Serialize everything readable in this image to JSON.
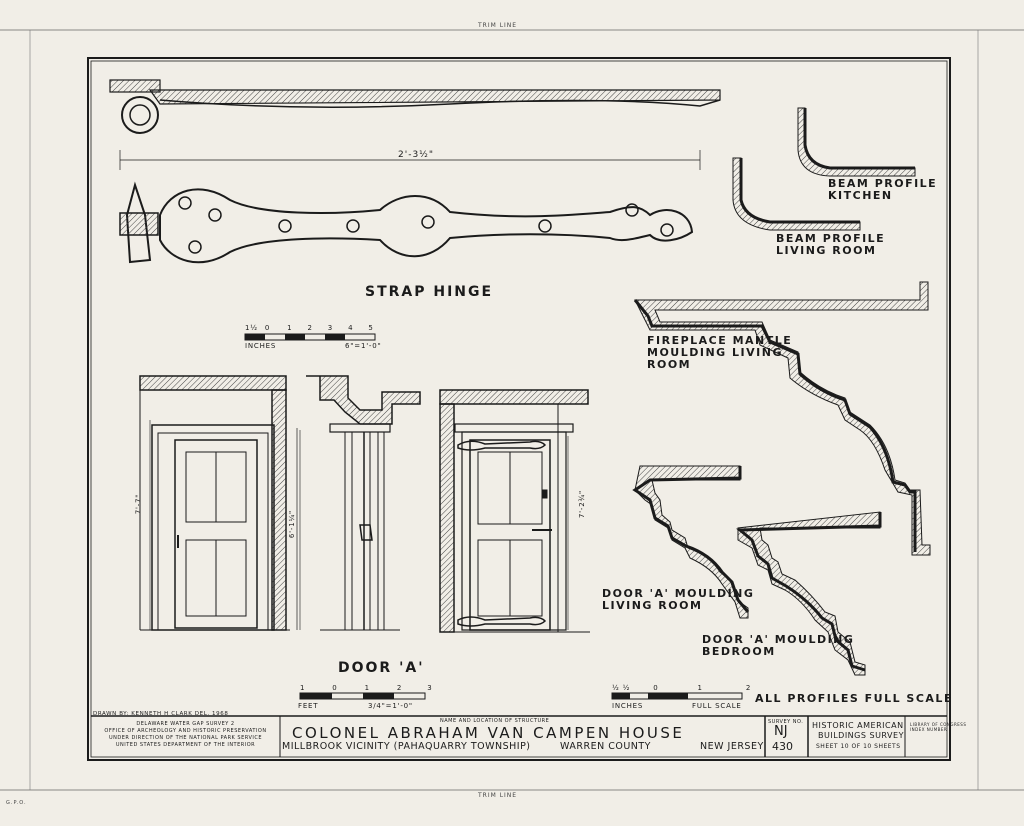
{
  "trim_line_top": "TRIM LINE",
  "trim_line_bottom": "TRIM LINE",
  "hinge": {
    "title": "STRAP HINGE",
    "dimension": "2'-3½\"",
    "scale_inches": "INCHES",
    "scale_ratio": "6\"=1'-0\"",
    "scale_ticks": [
      "1½",
      "0",
      "1",
      "2",
      "3",
      "4",
      "5"
    ]
  },
  "profiles": {
    "beam_kitchen": "BEAM PROFILE\nKITCHEN",
    "beam_living": "BEAM PROFILE\nLIVING ROOM",
    "fireplace": "FIREPLACE MANTLE\nMOULDING LIVING\nROOM",
    "door_living": "DOOR 'A' MOULDING\nLIVING ROOM",
    "door_bedroom": "DOOR 'A' MOULDING\nBEDROOM",
    "all_profiles": "ALL PROFILES FULL SCALE",
    "scale_inches": "INCHES",
    "scale_full": "FULL SCALE",
    "scale_ticks": [
      "½",
      "½",
      "0",
      "1",
      "2"
    ]
  },
  "door": {
    "title": "DOOR 'A'",
    "dim_left": "7'-7\"",
    "dim_mid": "6'-1¼\"",
    "dim_right": "7'-2¾\"",
    "scale_feet": "FEET",
    "scale_ratio": "3/4\"=1'-0\"",
    "scale_ticks": [
      "1",
      "0",
      "1",
      "2",
      "3"
    ]
  },
  "title_block": {
    "drawn_by": "DRAWN BY: KENNETH H CLARK   DEL. 1968",
    "agency_lines": [
      "DELAWARE WATER GAP SURVEY 2",
      "OFFICE OF ARCHEOLOGY AND HISTORIC PRESERVATION",
      "UNDER DIRECTION OF THE NATIONAL PARK SERVICE",
      "UNITED STATES DEPARTMENT OF THE INTERIOR"
    ],
    "name_location_header": "NAME AND LOCATION OF STRUCTURE",
    "structure_name": "COLONEL  ABRAHAM  VAN  CAMPEN  HOUSE",
    "location": "MILLBROOK VICINITY (PAHAQUARRY TOWNSHIP)",
    "county": "WARREN COUNTY",
    "state": "NEW JERSEY",
    "survey_no_label": "SURVEY NO.",
    "survey_state": "NJ",
    "survey_number": "430",
    "habs_line1": "HISTORIC AMERICAN",
    "habs_line2": "BUILDINGS SURVEY",
    "sheet": "SHEET 10 OF 10 SHEETS",
    "library_note": "LIBRARY OF CONGRESS\nINDEX NUMBER"
  },
  "footer_code": "G.P.O."
}
